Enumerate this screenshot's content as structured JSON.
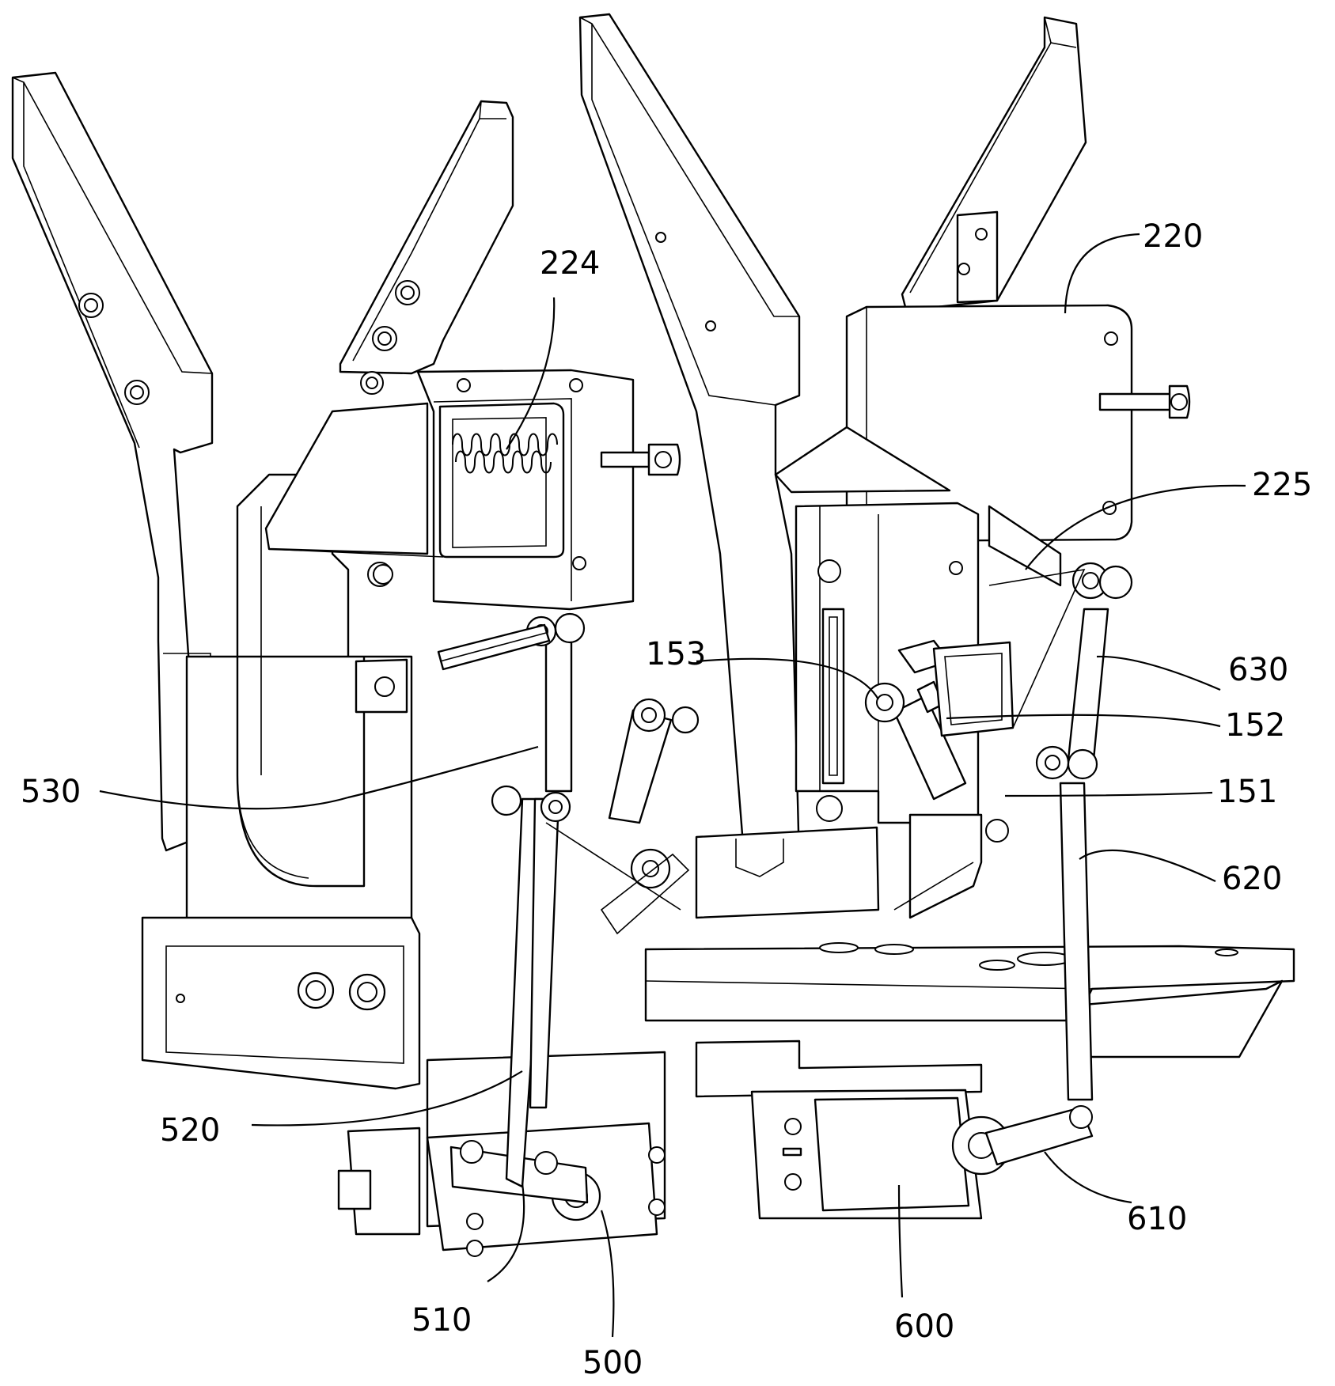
{
  "figure": {
    "description_hidden": false,
    "callouts": [
      {
        "id": "220",
        "label": "220"
      },
      {
        "id": "224",
        "label": "224"
      },
      {
        "id": "225",
        "label": "225"
      },
      {
        "id": "630",
        "label": "630"
      },
      {
        "id": "152",
        "label": "152"
      },
      {
        "id": "153",
        "label": "153"
      },
      {
        "id": "151",
        "label": "151"
      },
      {
        "id": "530",
        "label": "530"
      },
      {
        "id": "620",
        "label": "620"
      },
      {
        "id": "520",
        "label": "520"
      },
      {
        "id": "610",
        "label": "610"
      },
      {
        "id": "510",
        "label": "510"
      },
      {
        "id": "500",
        "label": "500"
      },
      {
        "id": "600",
        "label": "600"
      }
    ]
  },
  "colors": {
    "line": "#000000",
    "background": "#ffffff"
  }
}
